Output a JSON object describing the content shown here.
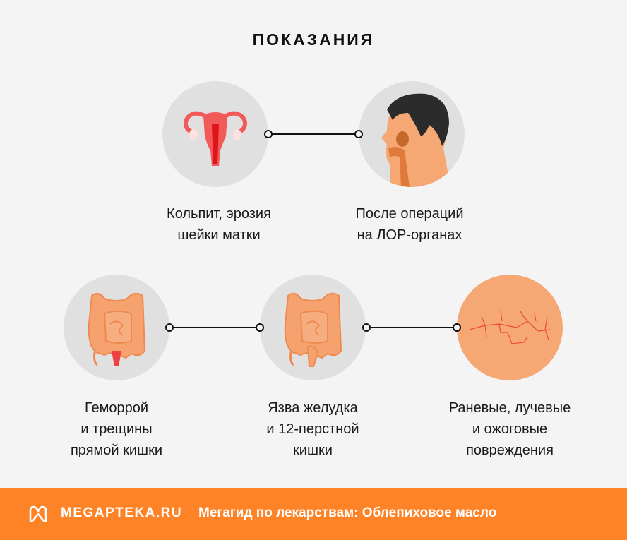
{
  "title": "ПОКАЗАНИЯ",
  "indications": [
    {
      "id": "gynecology",
      "label": "Кольпит, эрозия\nшейки матки",
      "icon": "uterus-icon"
    },
    {
      "id": "ent",
      "label": "После операций\nна ЛОР-органах",
      "icon": "head-throat-icon"
    },
    {
      "id": "hemorrhoids",
      "label": "Геморрой\nи трещины\nпрямой кишки",
      "icon": "intestine-rectum-icon"
    },
    {
      "id": "ulcer",
      "label": "Язва желудка\nи 12-перстной\nкишки",
      "icon": "intestine-icon"
    },
    {
      "id": "wounds",
      "label": "Раневые, лучевые\nи ожоговые\nповреждения",
      "icon": "cracked-skin-icon"
    }
  ],
  "footer": {
    "brand": "MEGAPTEKA.RU",
    "text": "Мегагид по лекарствам: Облепиховое масло"
  },
  "colors": {
    "background": "#f4f4f4",
    "circle": "#e0e0e0",
    "accent": "#fe8226",
    "skin": "#f5a873",
    "organ_red": "#f25a5a",
    "intestine": "#f5a26f"
  }
}
